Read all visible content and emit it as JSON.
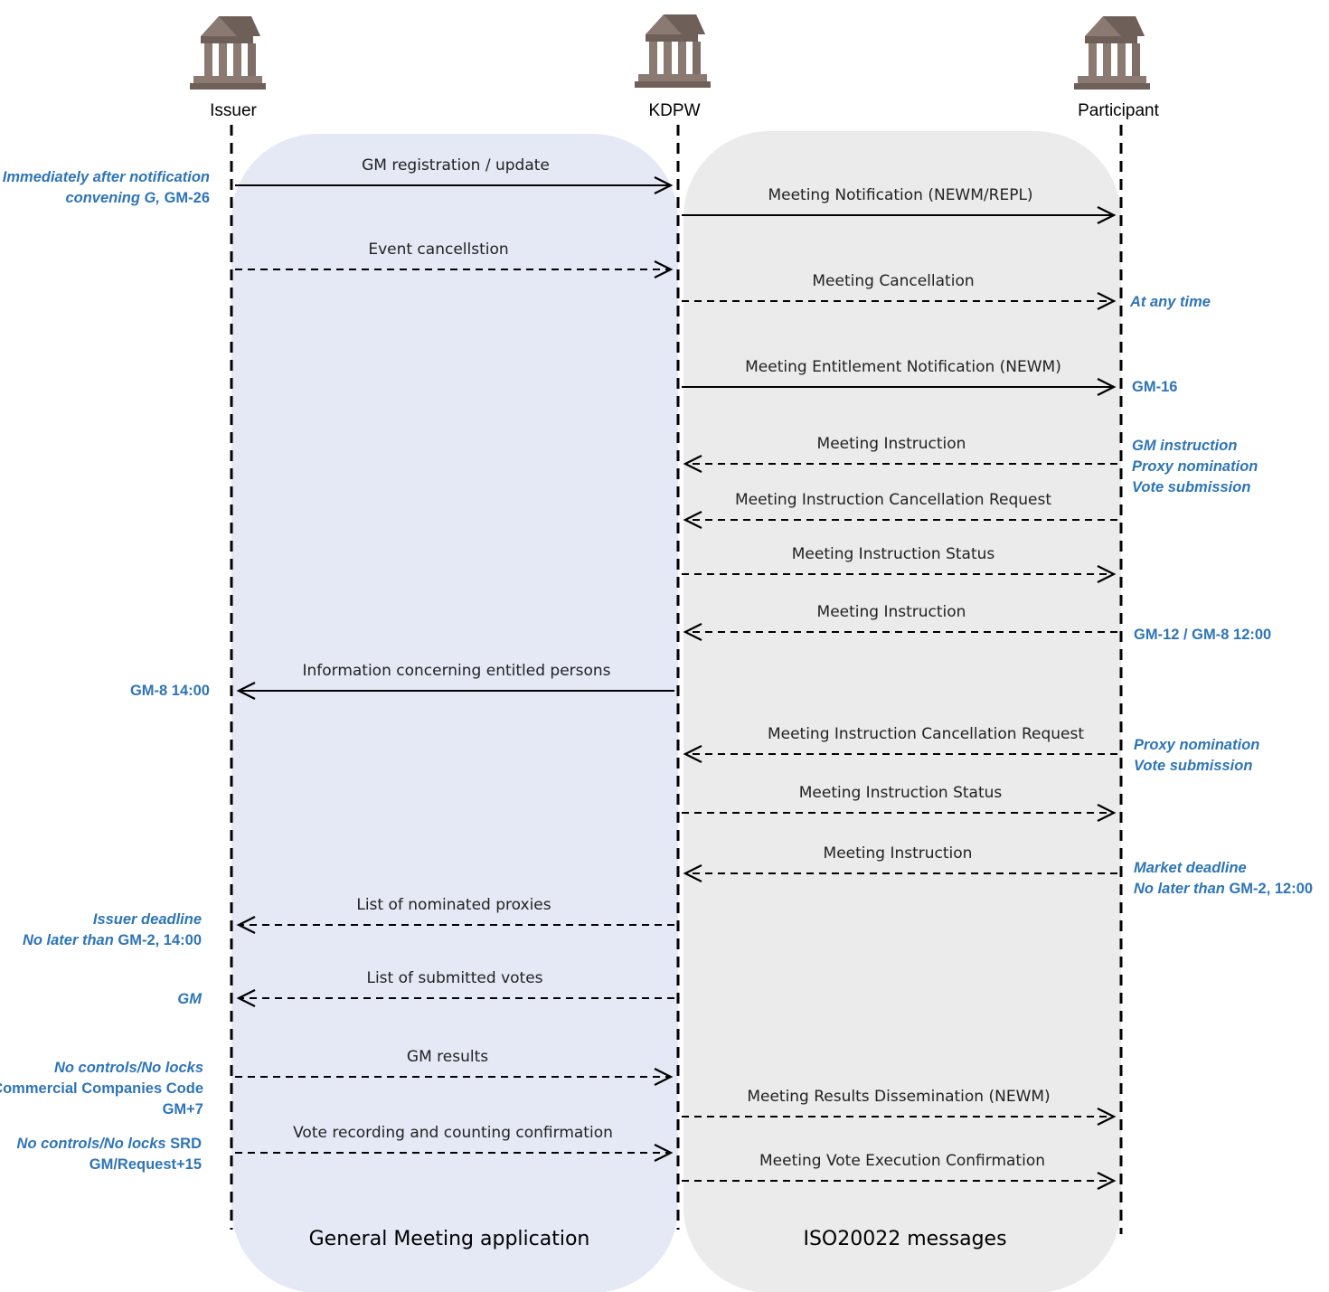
{
  "colors": {
    "left_panel": "#e4e9f5",
    "right_panel": "#ebebeb",
    "note_text": "#2e75b6",
    "icon": "#8a7a72",
    "icon_dark": "#6e5f58"
  },
  "actors": [
    {
      "id": "issuer",
      "label": "Issuer",
      "icon": "bank-building-icon"
    },
    {
      "id": "kdpw",
      "label": "KDPW",
      "icon": "bank-building-icon"
    },
    {
      "id": "participant",
      "label": "Participant",
      "icon": "bank-building-icon"
    }
  ],
  "panels": {
    "left_label": "General Meeting application",
    "right_label": "ISO20022 messages"
  },
  "messages": [
    {
      "label": "GM registration / update",
      "from": "issuer",
      "to": "kdpw",
      "style": "solid"
    },
    {
      "label": "Meeting Notification (NEWM/REPL)",
      "from": "kdpw",
      "to": "participant",
      "style": "solid"
    },
    {
      "label": "Event cancellstion",
      "from": "issuer",
      "to": "kdpw",
      "style": "dashed"
    },
    {
      "label": "Meeting Cancellation",
      "from": "kdpw",
      "to": "participant",
      "style": "dashed"
    },
    {
      "label": "Meeting Entitlement Notification (NEWM)",
      "from": "kdpw",
      "to": "participant",
      "style": "solid"
    },
    {
      "label": "Meeting Instruction",
      "from": "participant",
      "to": "kdpw",
      "style": "dashed"
    },
    {
      "label": "Meeting Instruction Cancellation Request",
      "from": "participant",
      "to": "kdpw",
      "style": "dashed"
    },
    {
      "label": "Meeting Instruction Status",
      "from": "kdpw",
      "to": "participant",
      "style": "dashed"
    },
    {
      "label": "Meeting Instruction",
      "from": "participant",
      "to": "kdpw",
      "style": "dashed"
    },
    {
      "label": "Information concerning entitled persons",
      "from": "kdpw",
      "to": "issuer",
      "style": "solid"
    },
    {
      "label": "Meeting Instruction Cancellation Request",
      "from": "participant",
      "to": "kdpw",
      "style": "dashed"
    },
    {
      "label": "Meeting Instruction Status",
      "from": "kdpw",
      "to": "participant",
      "style": "dashed"
    },
    {
      "label": "Meeting Instruction",
      "from": "participant",
      "to": "kdpw",
      "style": "dashed"
    },
    {
      "label": "List of nominated proxies",
      "from": "kdpw",
      "to": "issuer",
      "style": "dashed"
    },
    {
      "label": "List of submitted votes",
      "from": "kdpw",
      "to": "issuer",
      "style": "dashed"
    },
    {
      "label": "GM results",
      "from": "issuer",
      "to": "kdpw",
      "style": "dashed"
    },
    {
      "label": "Meeting Results Dissemination (NEWM)",
      "from": "kdpw",
      "to": "participant",
      "style": "dashed"
    },
    {
      "label": "Vote recording and counting confirmation",
      "from": "issuer",
      "to": "kdpw",
      "style": "dashed"
    },
    {
      "label": "Meeting Vote Execution Confirmation",
      "from": "kdpw",
      "to": "participant",
      "style": "dashed"
    }
  ],
  "notes": [
    {
      "side": "left",
      "lines": [
        [
          {
            "text": "Immediately after notification",
            "italic": true
          }
        ],
        [
          {
            "text": "convening G, ",
            "italic": true
          },
          {
            "text": "GM-26",
            "italic": false
          }
        ]
      ]
    },
    {
      "side": "right",
      "lines": [
        [
          {
            "text": "At any time",
            "italic": true
          }
        ]
      ]
    },
    {
      "side": "right",
      "lines": [
        [
          {
            "text": "GM-16",
            "italic": false
          }
        ]
      ]
    },
    {
      "side": "right",
      "lines": [
        [
          {
            "text": "GM instruction",
            "italic": true
          }
        ],
        [
          {
            "text": "Proxy nomination",
            "italic": true
          }
        ],
        [
          {
            "text": "Vote submission",
            "italic": true
          }
        ]
      ]
    },
    {
      "side": "right",
      "lines": [
        [
          {
            "text": "GM-12 / GM-8 12:00",
            "italic": false
          }
        ]
      ]
    },
    {
      "side": "left",
      "lines": [
        [
          {
            "text": "GM-8 14:00",
            "italic": false
          }
        ]
      ]
    },
    {
      "side": "right",
      "lines": [
        [
          {
            "text": "Proxy nomination",
            "italic": true
          }
        ],
        [
          {
            "text": "Vote submission",
            "italic": true
          }
        ]
      ]
    },
    {
      "side": "right",
      "lines": [
        [
          {
            "text": "Market deadline",
            "italic": true
          }
        ],
        [
          {
            "text": "No later than ",
            "italic": true
          },
          {
            "text": "GM-2, 12:00",
            "italic": false
          }
        ]
      ]
    },
    {
      "side": "left",
      "lines": [
        [
          {
            "text": "Issuer deadline",
            "italic": true
          }
        ],
        [
          {
            "text": "No later than ",
            "italic": true
          },
          {
            "text": "GM-2, 14:00",
            "italic": false
          }
        ]
      ]
    },
    {
      "side": "left",
      "lines": [
        [
          {
            "text": "GM",
            "italic": true
          }
        ]
      ]
    },
    {
      "side": "left",
      "lines": [
        [
          {
            "text": "No controls/No locks",
            "italic": true
          }
        ],
        [
          {
            "text": "Commercial Companies Code",
            "italic": false
          }
        ],
        [
          {
            "text": "GM+7",
            "italic": false
          }
        ]
      ]
    },
    {
      "side": "left",
      "lines": [
        [
          {
            "text": "No controls/No locks ",
            "italic": true
          },
          {
            "text": "SRD",
            "italic": false
          }
        ],
        [
          {
            "text": "GM/Request+15",
            "italic": false
          }
        ]
      ]
    }
  ]
}
